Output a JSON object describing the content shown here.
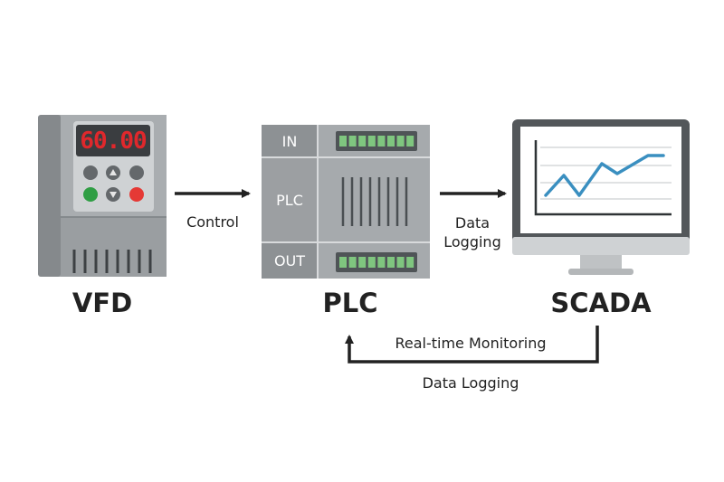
{
  "vfd": {
    "display": "60.00",
    "title": "VFD",
    "colors": {
      "display_text": "#e0282c",
      "start_button": "#2f9e44",
      "stop_button": "#e53935"
    }
  },
  "plc": {
    "in_label": "IN",
    "center_label": "PLC",
    "out_label": "OUT",
    "title": "PLC",
    "terminal_color": "#7fc67f"
  },
  "scada": {
    "title": "SCADA",
    "trend_color": "#3a8fc0"
  },
  "flows": {
    "vfd_to_plc": "Control",
    "plc_to_scada": [
      "Data",
      "Logging"
    ],
    "scada_to_plc_top": "Real-time Monitoring",
    "scada_to_plc_bottom": "Data Logging"
  }
}
